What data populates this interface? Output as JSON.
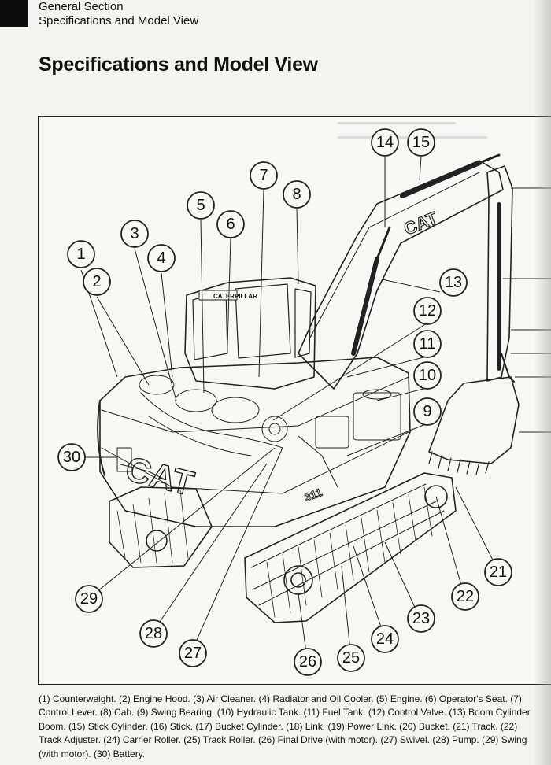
{
  "header": {
    "section": "General Section",
    "subsection": "Specifications and Model View"
  },
  "page_title": "Specifications and Model View",
  "figure": {
    "callouts": [
      "1",
      "2",
      "3",
      "4",
      "5",
      "6",
      "7",
      "8",
      "9",
      "10",
      "11",
      "12",
      "13",
      "14",
      "15",
      "21",
      "22",
      "23",
      "24",
      "25",
      "26",
      "27",
      "28",
      "29",
      "30"
    ],
    "body_lettering": {
      "cat_side": "CAT",
      "cat_boom": "CAT",
      "cab_brand": "CATERPILLAR",
      "model_mark": "311"
    },
    "colors": {
      "ink": "#111111",
      "paper": "#f3f3f1",
      "accent_bar": "#0c0c0c"
    }
  },
  "caption": {
    "lines": [
      "(1) Counterweight. (2) Engine Hood. (3) Air Cleaner. (4) Radiator and Oil Cooler. (5) Engine. (6) Operator's Seat. (7)",
      "Control Lever. (8) Cab. (9) Swing Bearing. (10) Hydraulic Tank. (11) Fuel Tank. (12) Control Valve. (13) Boom Cylinder",
      "Boom. (15) Stick Cylinder. (16) Stick. (17) Bucket Cylinder. (18) Link. (19) Power Link. (20) Bucket. (21) Track. (22)",
      "Track Adjuster. (24) Carrier Roller. (25) Track Roller. (26) Final Drive (with motor). (27) Swivel. (28) Pump. (29) Swing",
      "(with motor). (30) Battery."
    ]
  }
}
